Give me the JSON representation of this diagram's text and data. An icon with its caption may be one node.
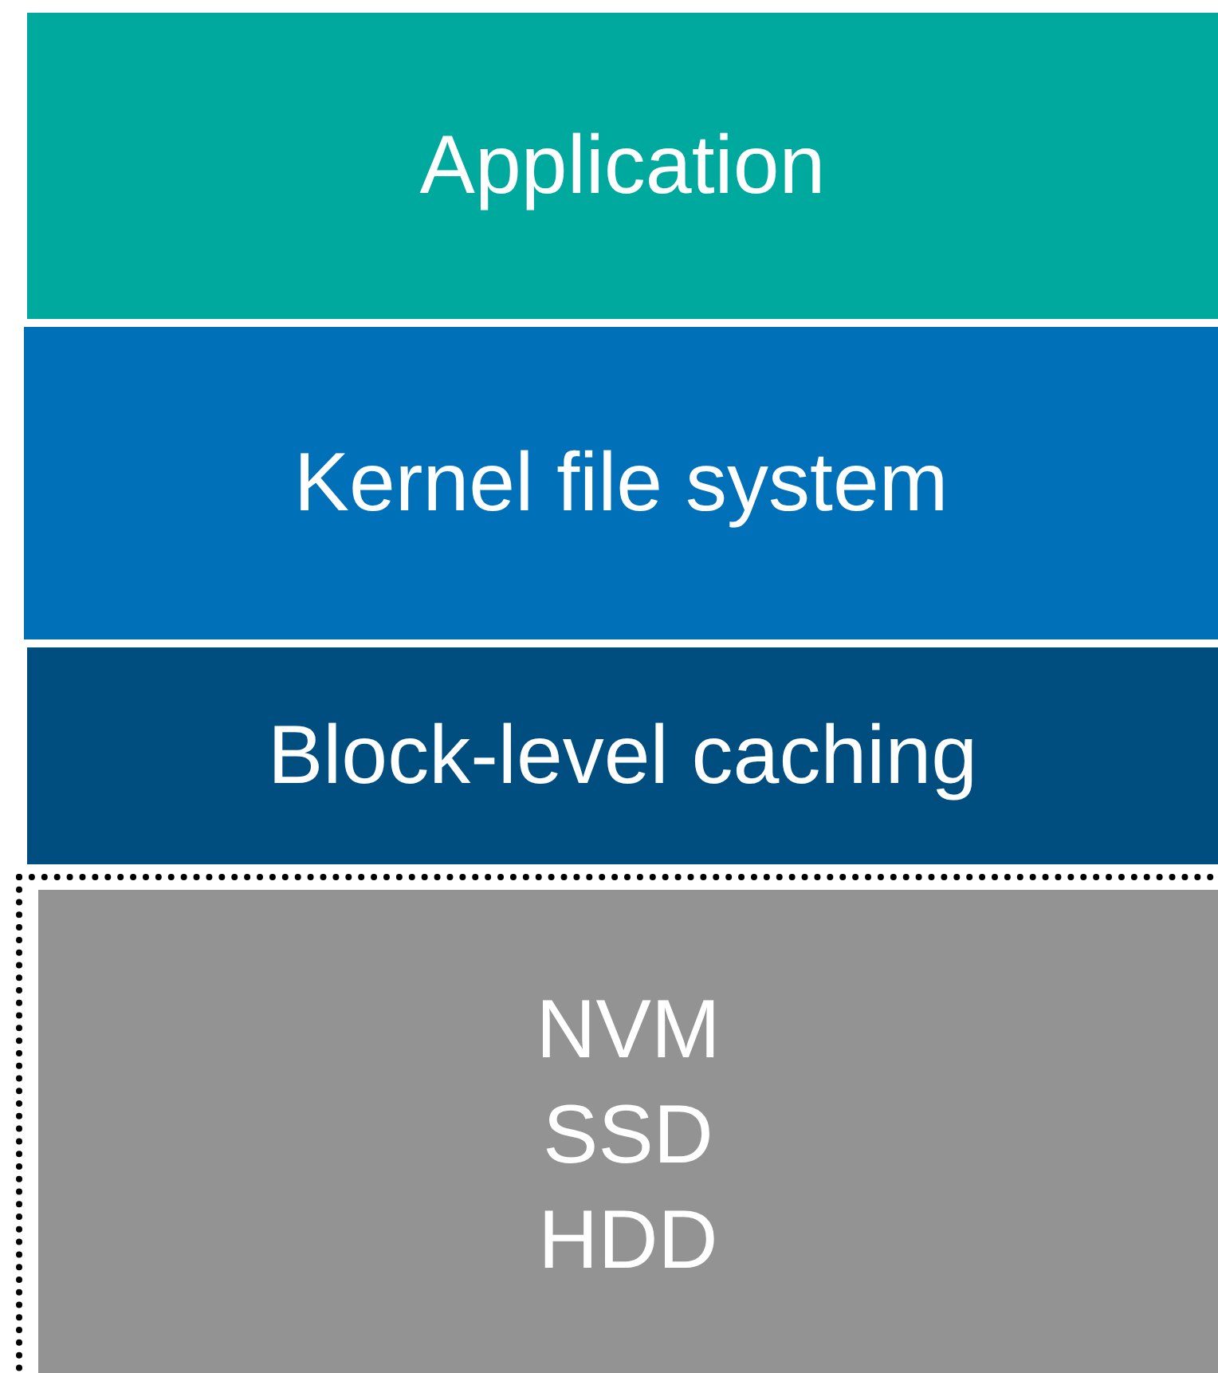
{
  "diagram": {
    "nodes": [
      {
        "text": [
          "Application"
        ]
      },
      {
        "text": [
          "Kernel file system"
        ]
      },
      {
        "text": [
          "Block-level caching"
        ]
      },
      {
        "text": [],
        "shape": "box"
      },
      {
        "text": [
          "NVM",
          "SSD",
          "HDD"
        ],
        "in": 3
      }
    ]
  }
}
